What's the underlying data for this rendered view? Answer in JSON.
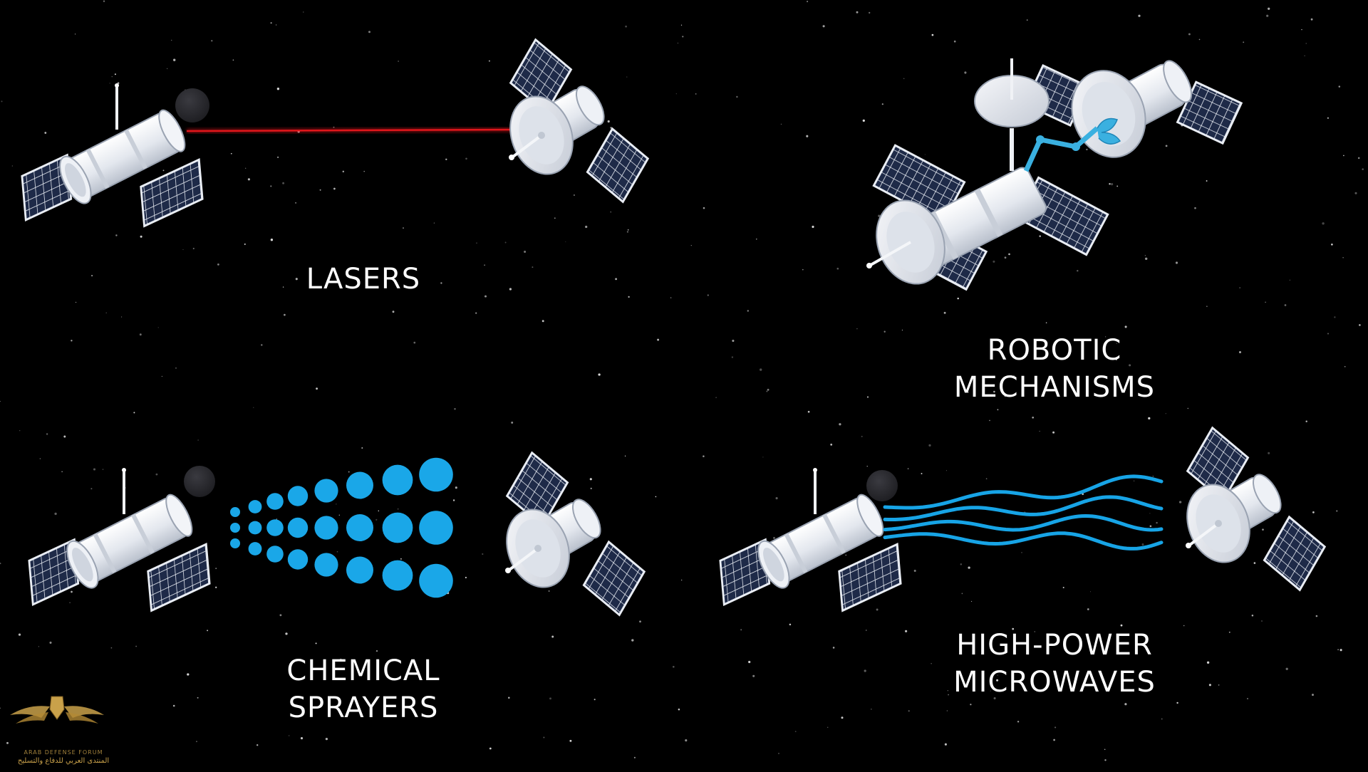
{
  "labels": {
    "lasers": "LASERS",
    "robotic_line1": "ROBOTIC",
    "robotic_line2": "MECHANISMS",
    "chemical_line1": "CHEMICAL",
    "chemical_line2": "SPRAYERS",
    "microwaves_line1": "HIGH-POWER",
    "microwaves_line2": "MICROWAVES"
  },
  "watermark": {
    "english": "ARAB DEFENSE FORUM",
    "arabic": "المنتدى العربي للدفاع والتسليح"
  },
  "colors": {
    "background": "#000000",
    "laser": "#e0161b",
    "spray": "#1aa7e8",
    "microwave": "#17a4e6",
    "arm": "#3ab0e0",
    "satellite_body": "#e7ebf1",
    "panel": "#1f2b4a",
    "debris": "#2a2a2e",
    "text": "#ffffff"
  },
  "icons": [
    "satellite-icon",
    "solar-panel-icon",
    "dish-antenna-icon",
    "space-debris-icon",
    "robotic-arm-icon",
    "shield-wings-logo"
  ]
}
